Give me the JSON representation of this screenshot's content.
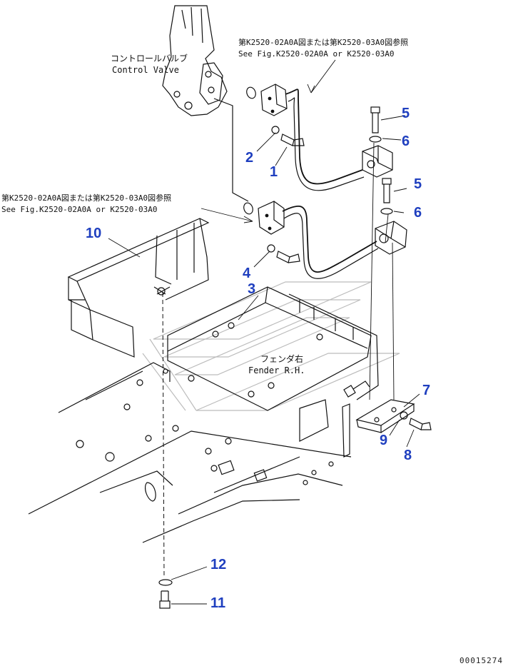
{
  "notes": {
    "control_valve_jp": "コントロールバルブ",
    "control_valve_en": "Control Valve",
    "ref_top_jp": "第K2520-02A0A図または第K2520-03A0図参照",
    "ref_top_en": "See Fig.K2520-02A0A or K2520-03A0",
    "ref_mid_jp": "第K2520-02A0A図または第K2520-03A0図参照",
    "ref_mid_en": "See Fig.K2520-02A0A or K2520-03A0",
    "fender_jp": "フェンダ右",
    "fender_en": "Fender R.H."
  },
  "callouts": {
    "c1": "1",
    "c2": "2",
    "c3": "3",
    "c4": "4",
    "c5a": "5",
    "c5b": "5",
    "c6a": "6",
    "c6b": "6",
    "c7": "7",
    "c8": "8",
    "c9": "9",
    "c10": "10",
    "c11": "11",
    "c12": "12"
  },
  "document_id": "00015274",
  "colors": {
    "callout": "#1f3fbf",
    "line": "#111111",
    "watermark": "#bcbcbc"
  }
}
